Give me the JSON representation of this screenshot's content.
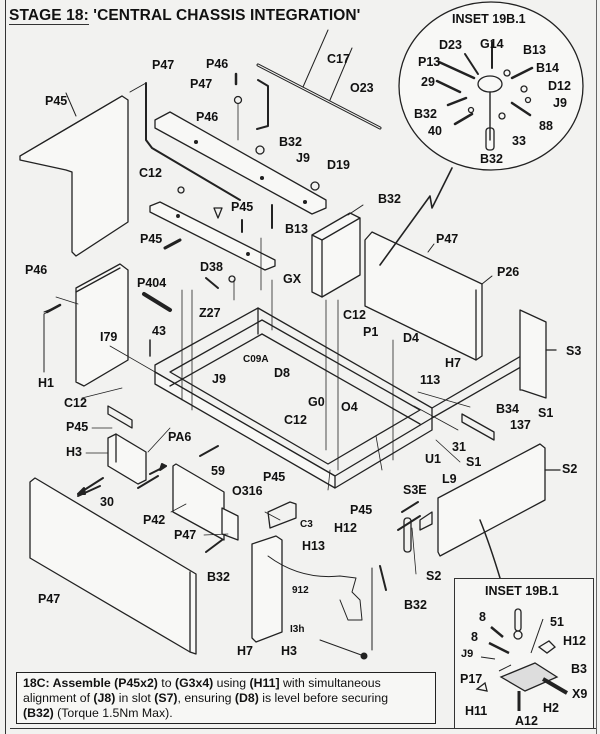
{
  "title": {
    "stage": "STAGE 18:",
    "name": "'CENTRAL CHASSIS INTEGRATION'"
  },
  "inset_top": {
    "title": "INSET 19B.1",
    "labels": [
      "D23",
      "G14",
      "B13",
      "P13",
      "B14",
      "29",
      "D12",
      "J9",
      "B32",
      "88",
      "40",
      "33",
      "B32"
    ]
  },
  "inset_bottom": {
    "title": "INSET 19B.1",
    "labels": [
      "8",
      "51",
      "8",
      "H12",
      "J9",
      "B3",
      "P17",
      "X9",
      "H11",
      "H2",
      "A12"
    ]
  },
  "labels": {
    "p47_top": "P47",
    "p46_top": "P46",
    "p47_washer": "P47",
    "c17": "C17",
    "o23": "O23",
    "p45_top": "P45",
    "p46_bar": "P46",
    "b32_top": "B32",
    "j9_bar": "J9",
    "d19": "D19",
    "c12_top": "C12",
    "p45_mid": "P45",
    "p45_left": "P45",
    "b13": "B13",
    "b32_box": "B32",
    "p47_right": "P47",
    "p46_left": "P46",
    "p404": "P404",
    "d38": "D38",
    "gx": "GX",
    "p26": "P26",
    "c12_mid": "C12",
    "z27": "Z27",
    "i79": "I79",
    "a3": "43",
    "p1": "P1",
    "d4": "D4",
    "h7_right": "H7",
    "s3": "S3",
    "h1": "H1",
    "c09a": "C09A",
    "d8": "D8",
    "i13": "113",
    "c12_left": "C12",
    "j9_frame": "J9",
    "b34": "B34",
    "s1_right": "S1",
    "g0": "G0",
    "o4": "O4",
    "i37": "137",
    "p45_bracket": "P45",
    "pa6": "PA6",
    "c12_frame": "C12",
    "h3_left": "H3",
    "u1": "U1",
    "n31": "31",
    "s1": "S1",
    "s2_right": "S2",
    "n59": "59",
    "p45_lower": "P45",
    "o316": "O316",
    "l9": "L9",
    "n30": "30",
    "s3e": "S3E",
    "p42": "P42",
    "p45_corner": "P45",
    "c3": "C3",
    "h12": "H12",
    "h13": "H13",
    "p47_small": "P47",
    "b32_left": "B32",
    "s2_lower": "S2",
    "b32_lower": "B32",
    "p47_big": "P47",
    "n912": "912",
    "i3h": "I3h",
    "h7_bottom": "H7",
    "h3_bottom": "H3"
  },
  "note": {
    "line1_a": "18C: Assemble ",
    "line1_b": "(P45x2)",
    "line1_c": " to ",
    "line1_d": "(G3x4)",
    "line1_e": " using ",
    "line1_f": "(H11]",
    "line1_g": " with simultaneous",
    "line2_a": "alignment of ",
    "line2_b": "(J8)",
    "line2_c": " in slot ",
    "line2_d": "(S7)",
    "line2_e": ", ensuring ",
    "line2_f": "(D8)",
    "line2_g": " is level before securing",
    "line3_a": "(B32)",
    "line3_b": " (Torque 1.5Nm Max)."
  }
}
